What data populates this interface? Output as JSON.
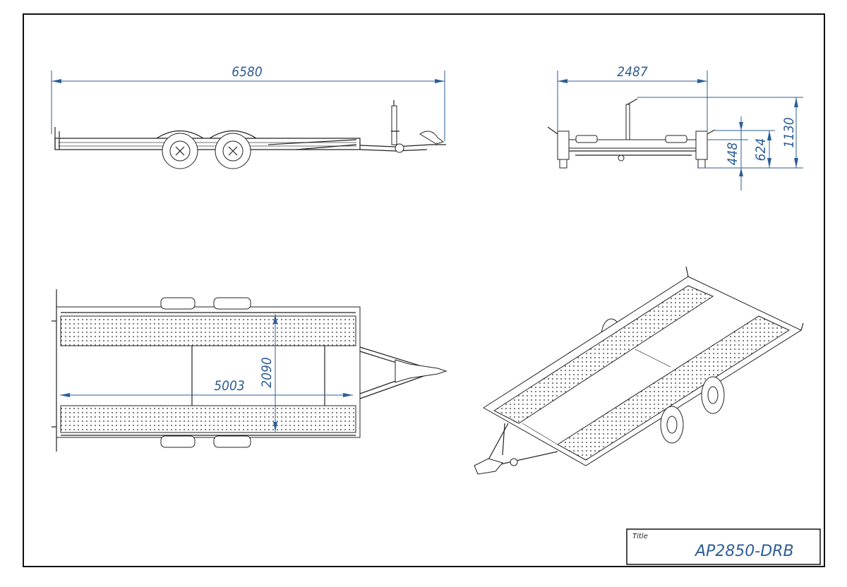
{
  "drawing": {
    "side_view": {
      "overall_length": "6580"
    },
    "front_view": {
      "overall_width": "2487",
      "overall_height": "1130",
      "deck_height": "624",
      "frame_height": "448"
    },
    "top_view": {
      "deck_width": "2090",
      "deck_length": "5003"
    },
    "title_block": {
      "label": "Title",
      "value": "AP2850-DRB"
    },
    "colors": {
      "dimension": "#2d5d96",
      "lines": "#222222"
    }
  }
}
